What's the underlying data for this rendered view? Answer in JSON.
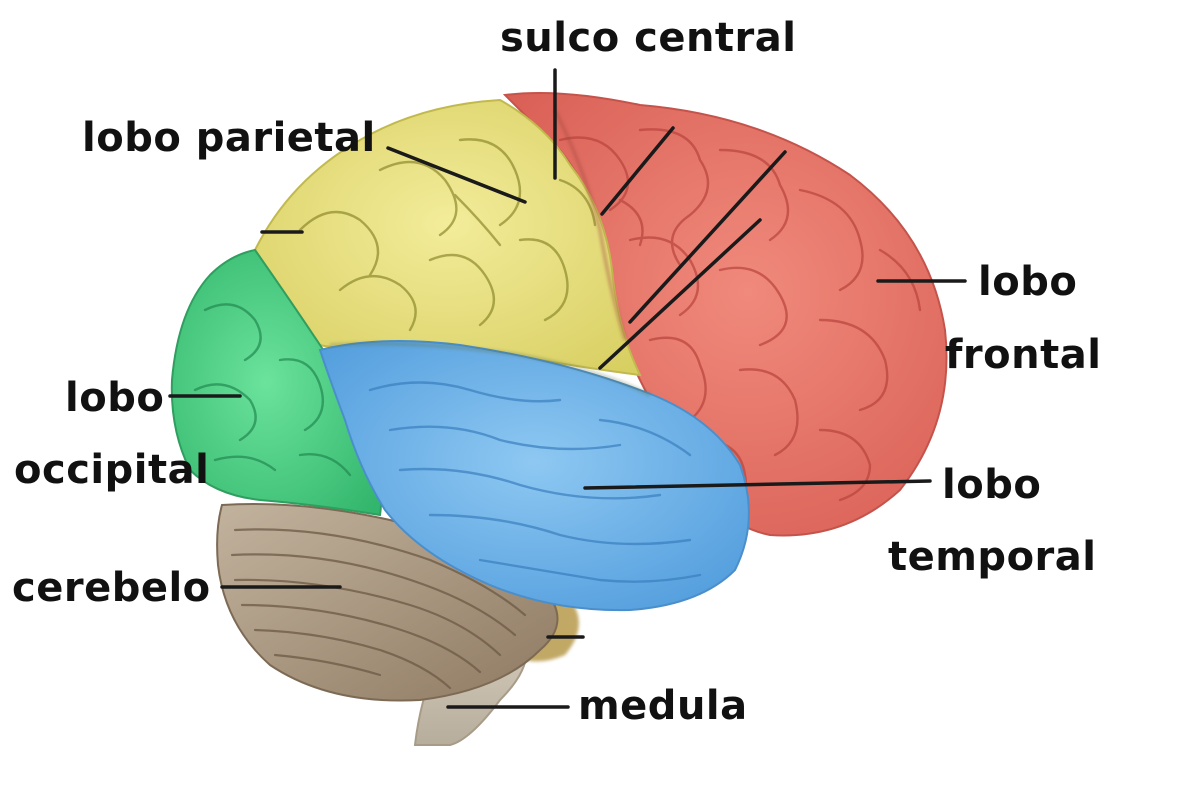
{
  "labels": {
    "sulco_central": "sulco central",
    "lobo_parietal": "lobo parietal",
    "lobo_frontal_1": "lobo",
    "lobo_frontal_2": "frontal",
    "lobo_occipital_1": "lobo",
    "lobo_occipital_2": "occipital",
    "lobo_temporal_1": "lobo",
    "lobo_temporal_2": "temporal",
    "cerebelo": "cerebelo",
    "medula": "medula"
  },
  "colors": {
    "frontal": "#e8766a",
    "parietal": "#e9e07c",
    "occipital": "#4fcf86",
    "temporal": "#6fb3e8",
    "cerebellum": "#b3a089",
    "brainstem": "#cbc2b2",
    "text": "#111111",
    "leader": "#1a1a1a"
  }
}
